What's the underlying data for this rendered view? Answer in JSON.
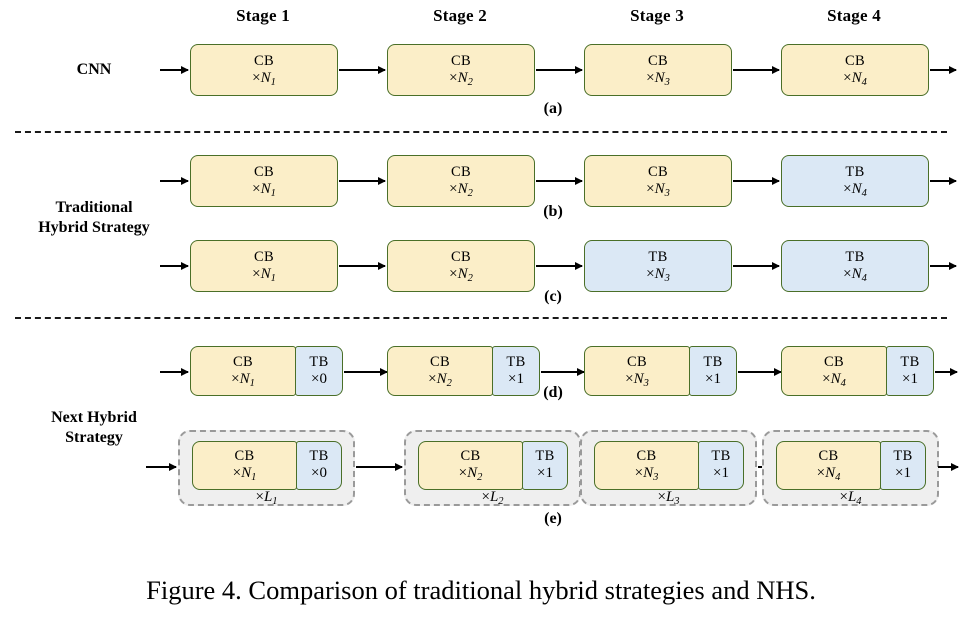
{
  "figure": {
    "caption": "Figure 4. Comparison of traditional hybrid strategies and NHS.",
    "colors": {
      "cb_fill": "#fbeec8",
      "tb_fill": "#dbe8f5",
      "block_border": "#4a6f28",
      "group_fill": "#efefef",
      "group_border": "#9a9a9a",
      "arrow": "#000000",
      "divider": "#1a1a1a",
      "text": "#000000"
    }
  },
  "stage_headers": [
    {
      "label": "Stage 1"
    },
    {
      "label": "Stage 2"
    },
    {
      "label": "Stage 3"
    },
    {
      "label": "Stage 4"
    }
  ],
  "group_labels": {
    "cnn": "CNN",
    "traditional": "Traditional\nHybrid Strategy",
    "traditional_line1": "Traditional",
    "traditional_line2": "Hybrid Strategy",
    "next": "Next Hybrid\nStrategy",
    "next_line1": "Next Hybrid",
    "next_line2": "Strategy"
  },
  "sub_labels": {
    "a": "(a)",
    "b": "(b)",
    "c": "(c)",
    "d": "(d)",
    "e": "(e)"
  },
  "rows": {
    "a": {
      "id": "(a)",
      "blocks": [
        {
          "type": "CB",
          "name": "CB",
          "count_prefix": "×",
          "count_var": "N",
          "count_sub": "1"
        },
        {
          "type": "CB",
          "name": "CB",
          "count_prefix": "×",
          "count_var": "N",
          "count_sub": "2"
        },
        {
          "type": "CB",
          "name": "CB",
          "count_prefix": "×",
          "count_var": "N",
          "count_sub": "3"
        },
        {
          "type": "CB",
          "name": "CB",
          "count_prefix": "×",
          "count_var": "N",
          "count_sub": "4"
        }
      ]
    },
    "b": {
      "id": "(b)",
      "blocks": [
        {
          "type": "CB",
          "name": "CB",
          "count_prefix": "×",
          "count_var": "N",
          "count_sub": "1"
        },
        {
          "type": "CB",
          "name": "CB",
          "count_prefix": "×",
          "count_var": "N",
          "count_sub": "2"
        },
        {
          "type": "CB",
          "name": "CB",
          "count_prefix": "×",
          "count_var": "N",
          "count_sub": "3"
        },
        {
          "type": "TB",
          "name": "TB",
          "count_prefix": "×",
          "count_var": "N",
          "count_sub": "4"
        }
      ]
    },
    "c": {
      "id": "(c)",
      "blocks": [
        {
          "type": "CB",
          "name": "CB",
          "count_prefix": "×",
          "count_var": "N",
          "count_sub": "1"
        },
        {
          "type": "CB",
          "name": "CB",
          "count_prefix": "×",
          "count_var": "N",
          "count_sub": "2"
        },
        {
          "type": "TB",
          "name": "TB",
          "count_prefix": "×",
          "count_var": "N",
          "count_sub": "3"
        },
        {
          "type": "TB",
          "name": "TB",
          "count_prefix": "×",
          "count_var": "N",
          "count_sub": "4"
        }
      ]
    },
    "d": {
      "id": "(d)",
      "stages": [
        {
          "cb": {
            "name": "CB",
            "count_prefix": "×",
            "count_var": "N",
            "count_sub": "1"
          },
          "tb": {
            "name": "TB",
            "count": "×0"
          }
        },
        {
          "cb": {
            "name": "CB",
            "count_prefix": "×",
            "count_var": "N",
            "count_sub": "2"
          },
          "tb": {
            "name": "TB",
            "count": "×1"
          }
        },
        {
          "cb": {
            "name": "CB",
            "count_prefix": "×",
            "count_var": "N",
            "count_sub": "3"
          },
          "tb": {
            "name": "TB",
            "count": "×1"
          }
        },
        {
          "cb": {
            "name": "CB",
            "count_prefix": "×",
            "count_var": "N",
            "count_sub": "4"
          },
          "tb": {
            "name": "TB",
            "count": "×1"
          }
        }
      ]
    },
    "e": {
      "id": "(e)",
      "stages": [
        {
          "cb": {
            "name": "CB",
            "count_prefix": "×",
            "count_var": "N",
            "count_sub": "1"
          },
          "tb": {
            "name": "TB",
            "count": "×0"
          },
          "group_prefix": "×",
          "group_var": "L",
          "group_sub": "1"
        },
        {
          "cb": {
            "name": "CB",
            "count_prefix": "×",
            "count_var": "N",
            "count_sub": "2"
          },
          "tb": {
            "name": "TB",
            "count": "×1"
          },
          "group_prefix": "×",
          "group_var": "L",
          "group_sub": "2"
        },
        {
          "cb": {
            "name": "CB",
            "count_prefix": "×",
            "count_var": "N",
            "count_sub": "3"
          },
          "tb": {
            "name": "TB",
            "count": "×1"
          },
          "group_prefix": "×",
          "group_var": "L",
          "group_sub": "3"
        },
        {
          "cb": {
            "name": "CB",
            "count_prefix": "×",
            "count_var": "N",
            "count_sub": "4"
          },
          "tb": {
            "name": "TB",
            "count": "×1"
          },
          "group_prefix": "×",
          "group_var": "L",
          "group_sub": "4"
        }
      ]
    }
  }
}
